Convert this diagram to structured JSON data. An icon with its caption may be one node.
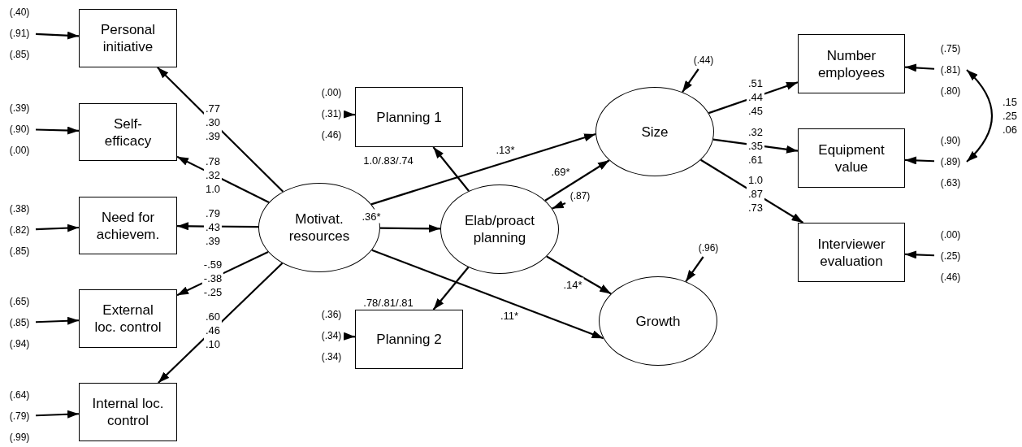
{
  "diagram": {
    "nodes": [
      {
        "text": [
          "Personal initiative"
        ]
      },
      {
        "text": [
          "Self-efficacy"
        ]
      },
      {
        "text": [
          "Need for achievem."
        ]
      },
      {
        "text": [
          "External loc. control"
        ]
      },
      {
        "text": [
          "Internal loc. control"
        ]
      },
      {
        "text": [
          "Motivat. resources"
        ]
      },
      {
        "text": [
          "Planning 1"
        ]
      },
      {
        "text": [
          "Planning 2"
        ]
      },
      {
        "text": [
          "Elab/proact planning"
        ]
      },
      {
        "text": [
          "Size"
        ]
      },
      {
        "text": [
          "Growth"
        ]
      },
      {
        "text": [
          "Number employees"
        ]
      },
      {
        "text": [
          "Equipment value"
        ]
      },
      {
        "text": [
          "Interviewer evaluation"
        ]
      },
      {
        "text": [
          "(.40)",
          "(.91)",
          "(.85)"
        ]
      },
      {
        "text": [
          "(.39)",
          "(.90)",
          "(.00)"
        ]
      },
      {
        "text": [
          "(.38)",
          "(.82)",
          "(.85)"
        ]
      },
      {
        "text": [
          "(.65)",
          "(.85)",
          "(.94)"
        ]
      },
      {
        "text": [
          "(.64)",
          "(.79)",
          "(.99)"
        ]
      },
      {
        "text": [
          "(.00)",
          "(.31)",
          "(.46)"
        ]
      },
      {
        "text": [
          "(.36)",
          "(.34)",
          "(.34)"
        ]
      },
      {
        "text": [
          "(.87)"
        ]
      },
      {
        "text": [
          "(.44)"
        ]
      },
      {
        "text": [
          "(.96)"
        ]
      },
      {
        "text": [
          "(.75)",
          "(.81)",
          "(.80)"
        ]
      },
      {
        "text": [
          "(.90)",
          "(.89)",
          "(.63)"
        ]
      },
      {
        "text": [
          "(.00)",
          "(.25)",
          "(.46)"
        ]
      }
    ],
    "edges": [
      {
        "from": 5,
        "to": 0,
        "arrow": "to",
        "label": ".77 .30 .39"
      },
      {
        "from": 5,
        "to": 1,
        "arrow": "to",
        "label": ".78 .32 1.0"
      },
      {
        "from": 5,
        "to": 2,
        "arrow": "to",
        "label": ".79 .43 .39"
      },
      {
        "from": 5,
        "to": 3,
        "arrow": "to",
        "label": "-.59 -.38 -.25"
      },
      {
        "from": 5,
        "to": 4,
        "arrow": "to",
        "label": ".60 .46 .10"
      },
      {
        "from": 8,
        "to": 6,
        "arrow": "to",
        "label": "1.0/.83/.74"
      },
      {
        "from": 8,
        "to": 7,
        "arrow": "to",
        "label": ".78/.81/.81"
      },
      {
        "from": 5,
        "to": 8,
        "arrow": "to",
        "label": ".36*"
      },
      {
        "from": 5,
        "to": 9,
        "arrow": "to",
        "label": ".13*"
      },
      {
        "from": 5,
        "to": 10,
        "arrow": "to",
        "label": ".11*"
      },
      {
        "from": 8,
        "to": 9,
        "arrow": "to",
        "label": ".69*"
      },
      {
        "from": 8,
        "to": 10,
        "arrow": "to",
        "label": ".14*"
      },
      {
        "from": 9,
        "to": 11,
        "arrow": "to",
        "label": ".51 .44 .45"
      },
      {
        "from": 9,
        "to": 12,
        "arrow": "to",
        "label": ".32 .35 .61"
      },
      {
        "from": 9,
        "to": 13,
        "arrow": "to",
        "label": "1.0 .87 .73"
      },
      {
        "from": 14,
        "to": 0,
        "arrow": "to"
      },
      {
        "from": 15,
        "to": 1,
        "arrow": "to"
      },
      {
        "from": 16,
        "to": 2,
        "arrow": "to"
      },
      {
        "from": 17,
        "to": 3,
        "arrow": "to"
      },
      {
        "from": 18,
        "to": 4,
        "arrow": "to"
      },
      {
        "from": 19,
        "to": 6,
        "arrow": "to"
      },
      {
        "from": 20,
        "to": 7,
        "arrow": "to"
      },
      {
        "from": 21,
        "to": 8,
        "arrow": "to"
      },
      {
        "from": 22,
        "to": 9,
        "arrow": "to"
      },
      {
        "from": 23,
        "to": 10,
        "arrow": "to"
      },
      {
        "from": 24,
        "to": 11,
        "arrow": "to"
      },
      {
        "from": 25,
        "to": 12,
        "arrow": "to"
      },
      {
        "from": 26,
        "to": 13,
        "arrow": "to"
      },
      {
        "from": 24,
        "to": 25,
        "arrow": "both",
        "label": ".15 .25 .06"
      }
    ]
  }
}
